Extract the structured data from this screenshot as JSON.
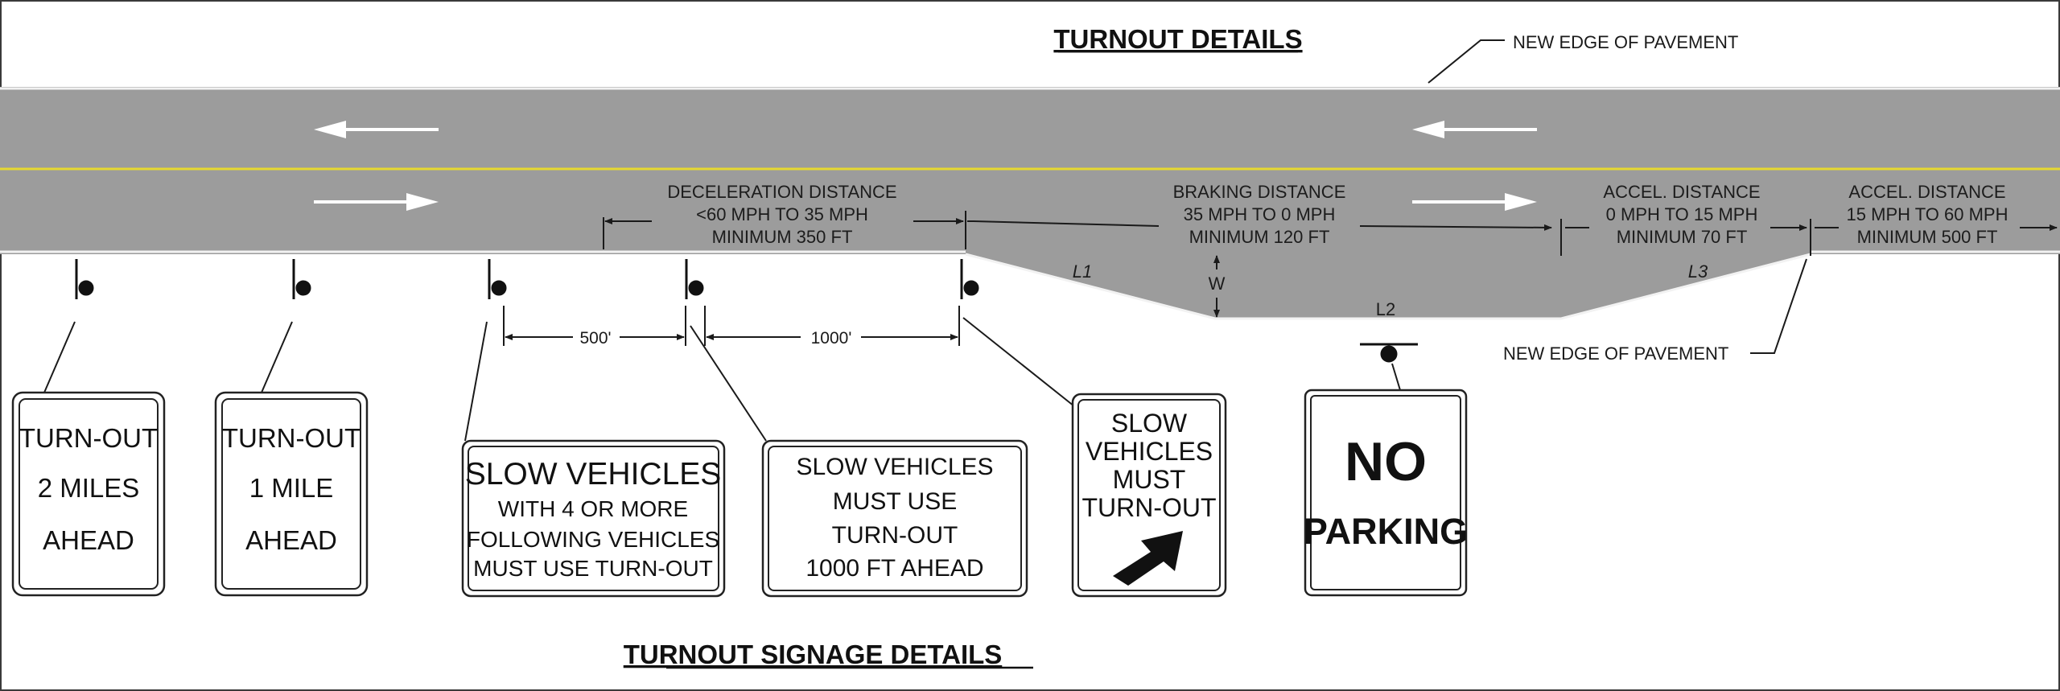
{
  "titles": {
    "turnout_details": "TURNOUT DETAILS",
    "signage_details": "TURNOUT SIGNAGE DETAILS"
  },
  "callouts": {
    "edge_top": "NEW EDGE OF PAVEMENT",
    "edge_bottom": "NEW EDGE OF PAVEMENT"
  },
  "distances": {
    "decel": [
      "DECELERATION DISTANCE",
      "<60 MPH TO 35 MPH",
      "MINIMUM 350 FT"
    ],
    "braking": [
      "BRAKING DISTANCE",
      "35 MPH TO 0 MPH",
      "MINIMUM 120 FT"
    ],
    "accel1": [
      "ACCEL. DISTANCE",
      "0 MPH TO 15 MPH",
      "MINIMUM 70 FT"
    ],
    "accel2": [
      "ACCEL. DISTANCE",
      "15 MPH TO 60 MPH",
      "MINIMUM 500 FT"
    ]
  },
  "geometry_labels": {
    "l1": "L1",
    "l2": "L2",
    "l3": "L3",
    "w": "W"
  },
  "spacing_labels": {
    "s500": "500'",
    "s1000": "1000'"
  },
  "signs": {
    "sign1": [
      "TURN-OUT",
      "2 MILES",
      "AHEAD"
    ],
    "sign2": [
      "TURN-OUT",
      "1 MILE",
      "AHEAD"
    ],
    "sign3": [
      "SLOW VEHICLES",
      "WITH 4 OR MORE",
      "FOLLOWING VEHICLES",
      "MUST USE TURN-OUT"
    ],
    "sign4": [
      "SLOW VEHICLES",
      "MUST USE",
      "TURN-OUT",
      "1000 FT AHEAD"
    ],
    "sign5": [
      "SLOW",
      "VEHICLES",
      "MUST",
      "TURN-OUT"
    ],
    "sign6": [
      "NO",
      "PARKING"
    ]
  },
  "icons": {
    "arrow_left": "left-arrow",
    "arrow_right": "right-arrow",
    "sign5_arrow": "up-right-arrow"
  },
  "colors": {
    "pavement": "#9c9c9c",
    "centerline": "#e6d830",
    "edge_line": "#f2f2f2",
    "ink": "#1a1a1a"
  }
}
